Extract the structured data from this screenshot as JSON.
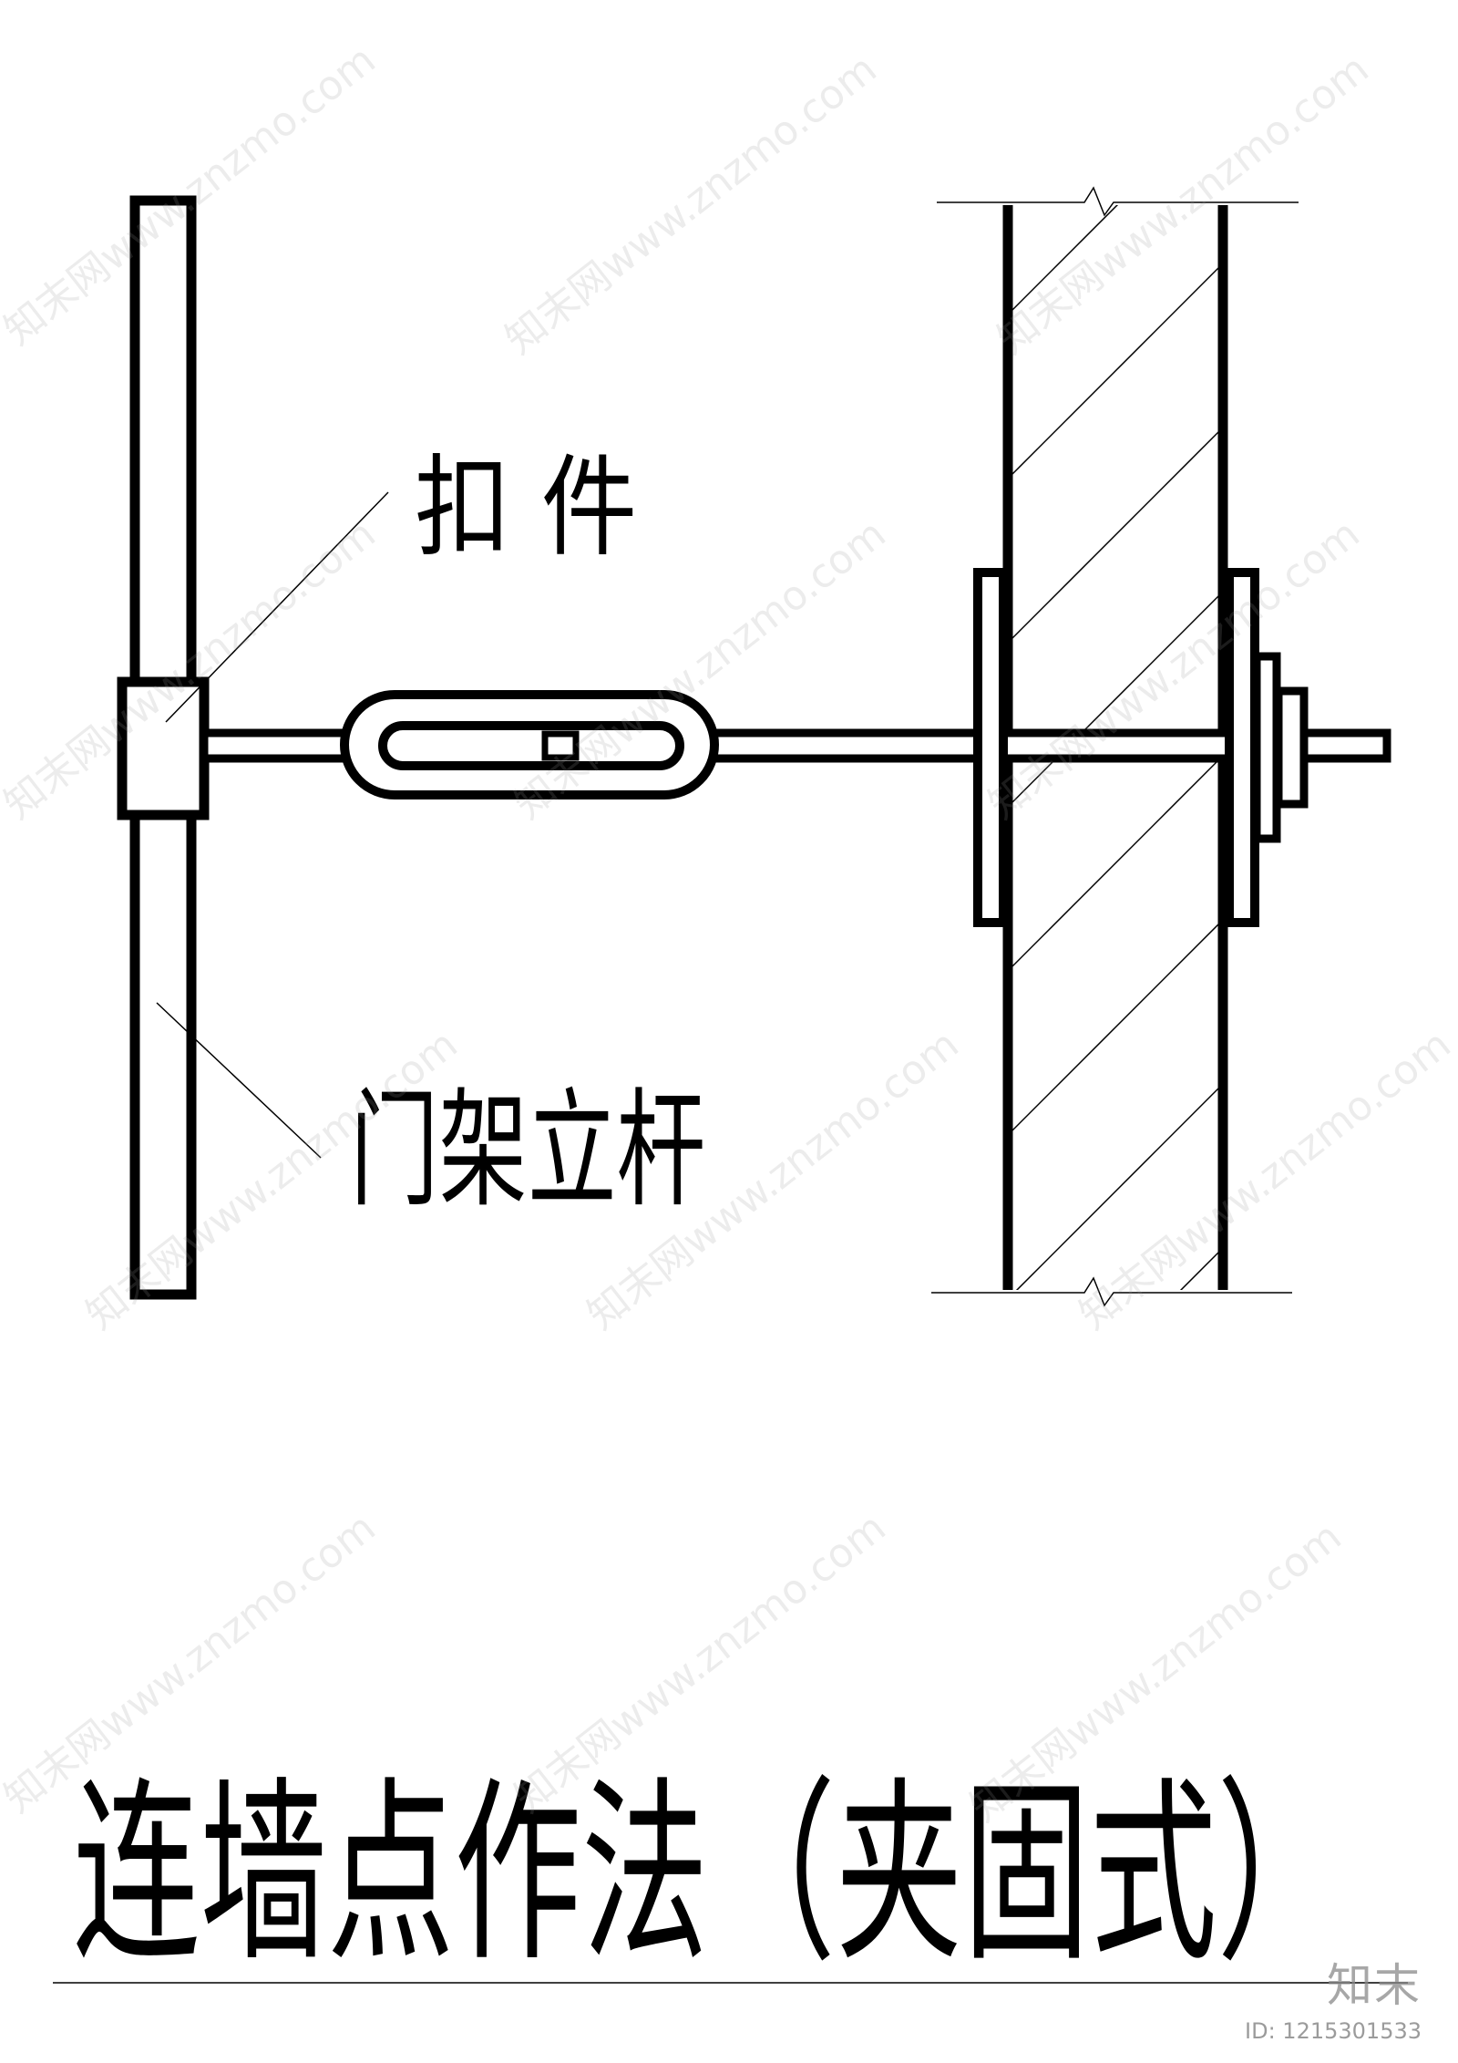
{
  "labels": {
    "coupler": "扣 件",
    "frame_post": "门架立杆"
  },
  "title": "连墙点作法（夹固式）",
  "watermark": {
    "text": "知末网www.znzmo.com"
  },
  "brand": {
    "logo": "知末",
    "id_text": "ID: 1215301533"
  },
  "colors": {
    "line": "#000000",
    "watermark": "#9a9a9a"
  }
}
